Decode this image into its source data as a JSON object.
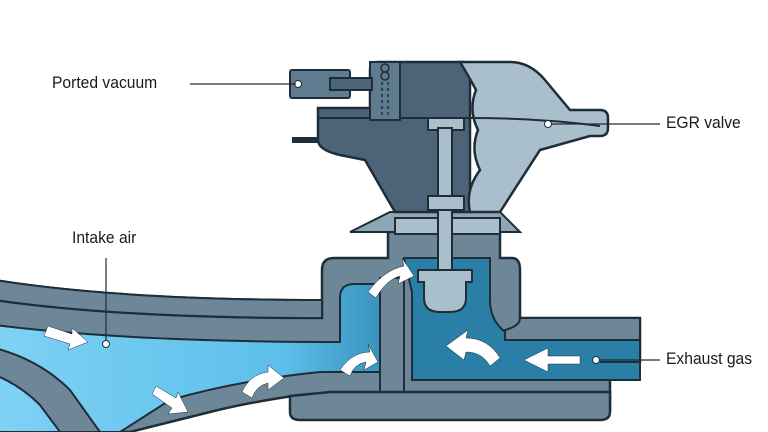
{
  "labels": {
    "ported_vacuum": "Ported vacuum",
    "egr_valve": "EGR valve",
    "intake_air": "Intake air",
    "exhaust_gas": "Exhaust gas"
  },
  "colors": {
    "body_dark": "#4d6478",
    "body_mid": "#5e7b8f",
    "body_light": "#a9bfcb",
    "pipe_wall": "#6d8698",
    "outline": "#1f2d38",
    "intake_flow": "#6cc9ef",
    "exhaust_flow": "#2a7fa6",
    "arrow": "#ffffff"
  }
}
